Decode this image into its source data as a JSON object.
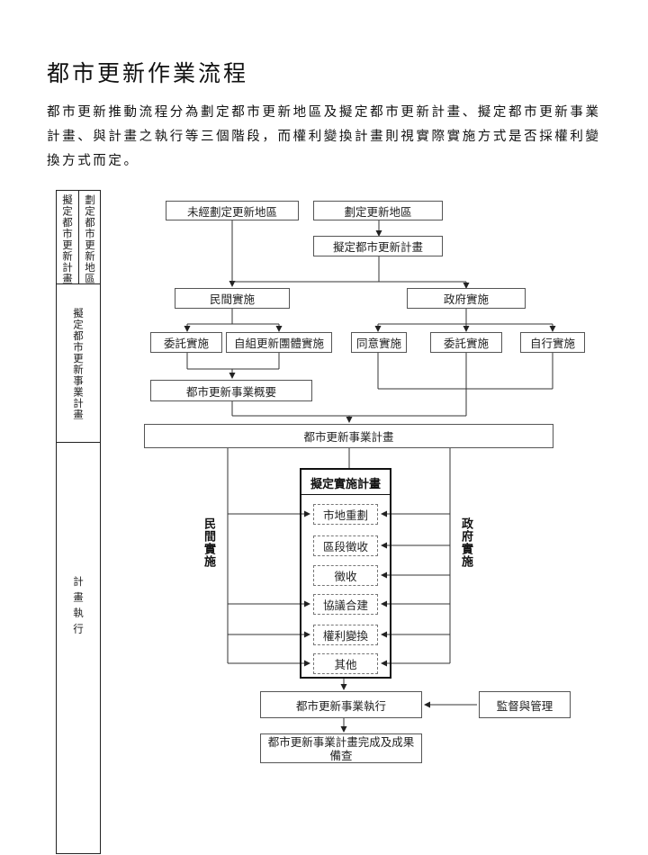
{
  "page": {
    "title": "都市更新作業流程",
    "intro": "都市更新推動流程分為劃定都市更新地區及擬定都市更新計畫、擬定都市更新事業計畫、與計畫之執行等三個階段，而權利變換計畫則視實際實施方式是否採權利變換方式而定。"
  },
  "stages": {
    "stage1a": "擬定都市更新計畫",
    "stage1b": "劃定都市更新地區",
    "stage2": "擬定都市更新事業計畫",
    "stage3": "計畫執行"
  },
  "flow": {
    "unzoned": "未經劃定更新地區",
    "zoned": "劃定更新地區",
    "draft_plan": "擬定都市更新計畫",
    "private": "民間實施",
    "government": "政府實施",
    "entrusted_private": "委託實施",
    "self_org": "自組更新團體實施",
    "consent": "同意實施",
    "entrusted_gov": "委託實施",
    "self_impl": "自行實施",
    "summary": "都市更新事業概要",
    "business_plan": "都市更新事業計畫",
    "impl_plan_title": "擬定實施計畫",
    "private_side": "民間實施",
    "gov_side": "政府實施",
    "methods": [
      "市地重劃",
      "區段徵收",
      "徵收",
      "協議合建",
      "權利變換",
      "其他"
    ],
    "execution": "都市更新事業執行",
    "supervision": "監督與管理",
    "completion": "都市更新事業計畫完成及成果備查"
  }
}
